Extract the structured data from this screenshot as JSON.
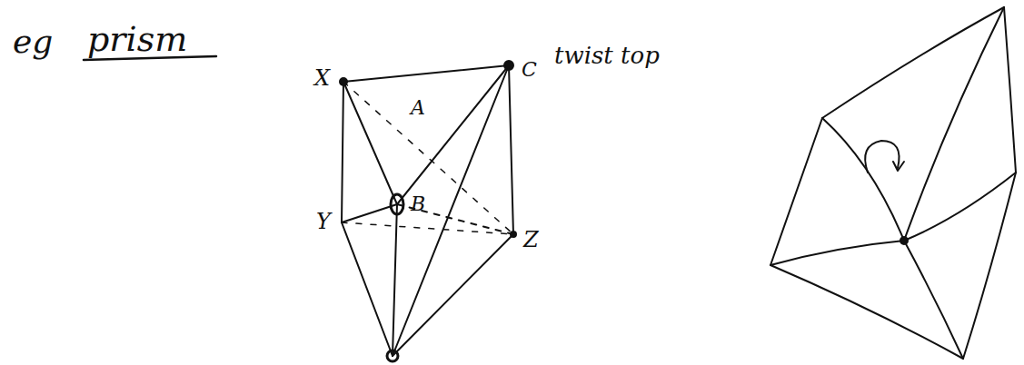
{
  "diagram": {
    "labels": [
      "eg",
      "prism",
      "X",
      "A",
      "C",
      "twist top",
      "Y",
      "B",
      "Z"
    ]
  }
}
